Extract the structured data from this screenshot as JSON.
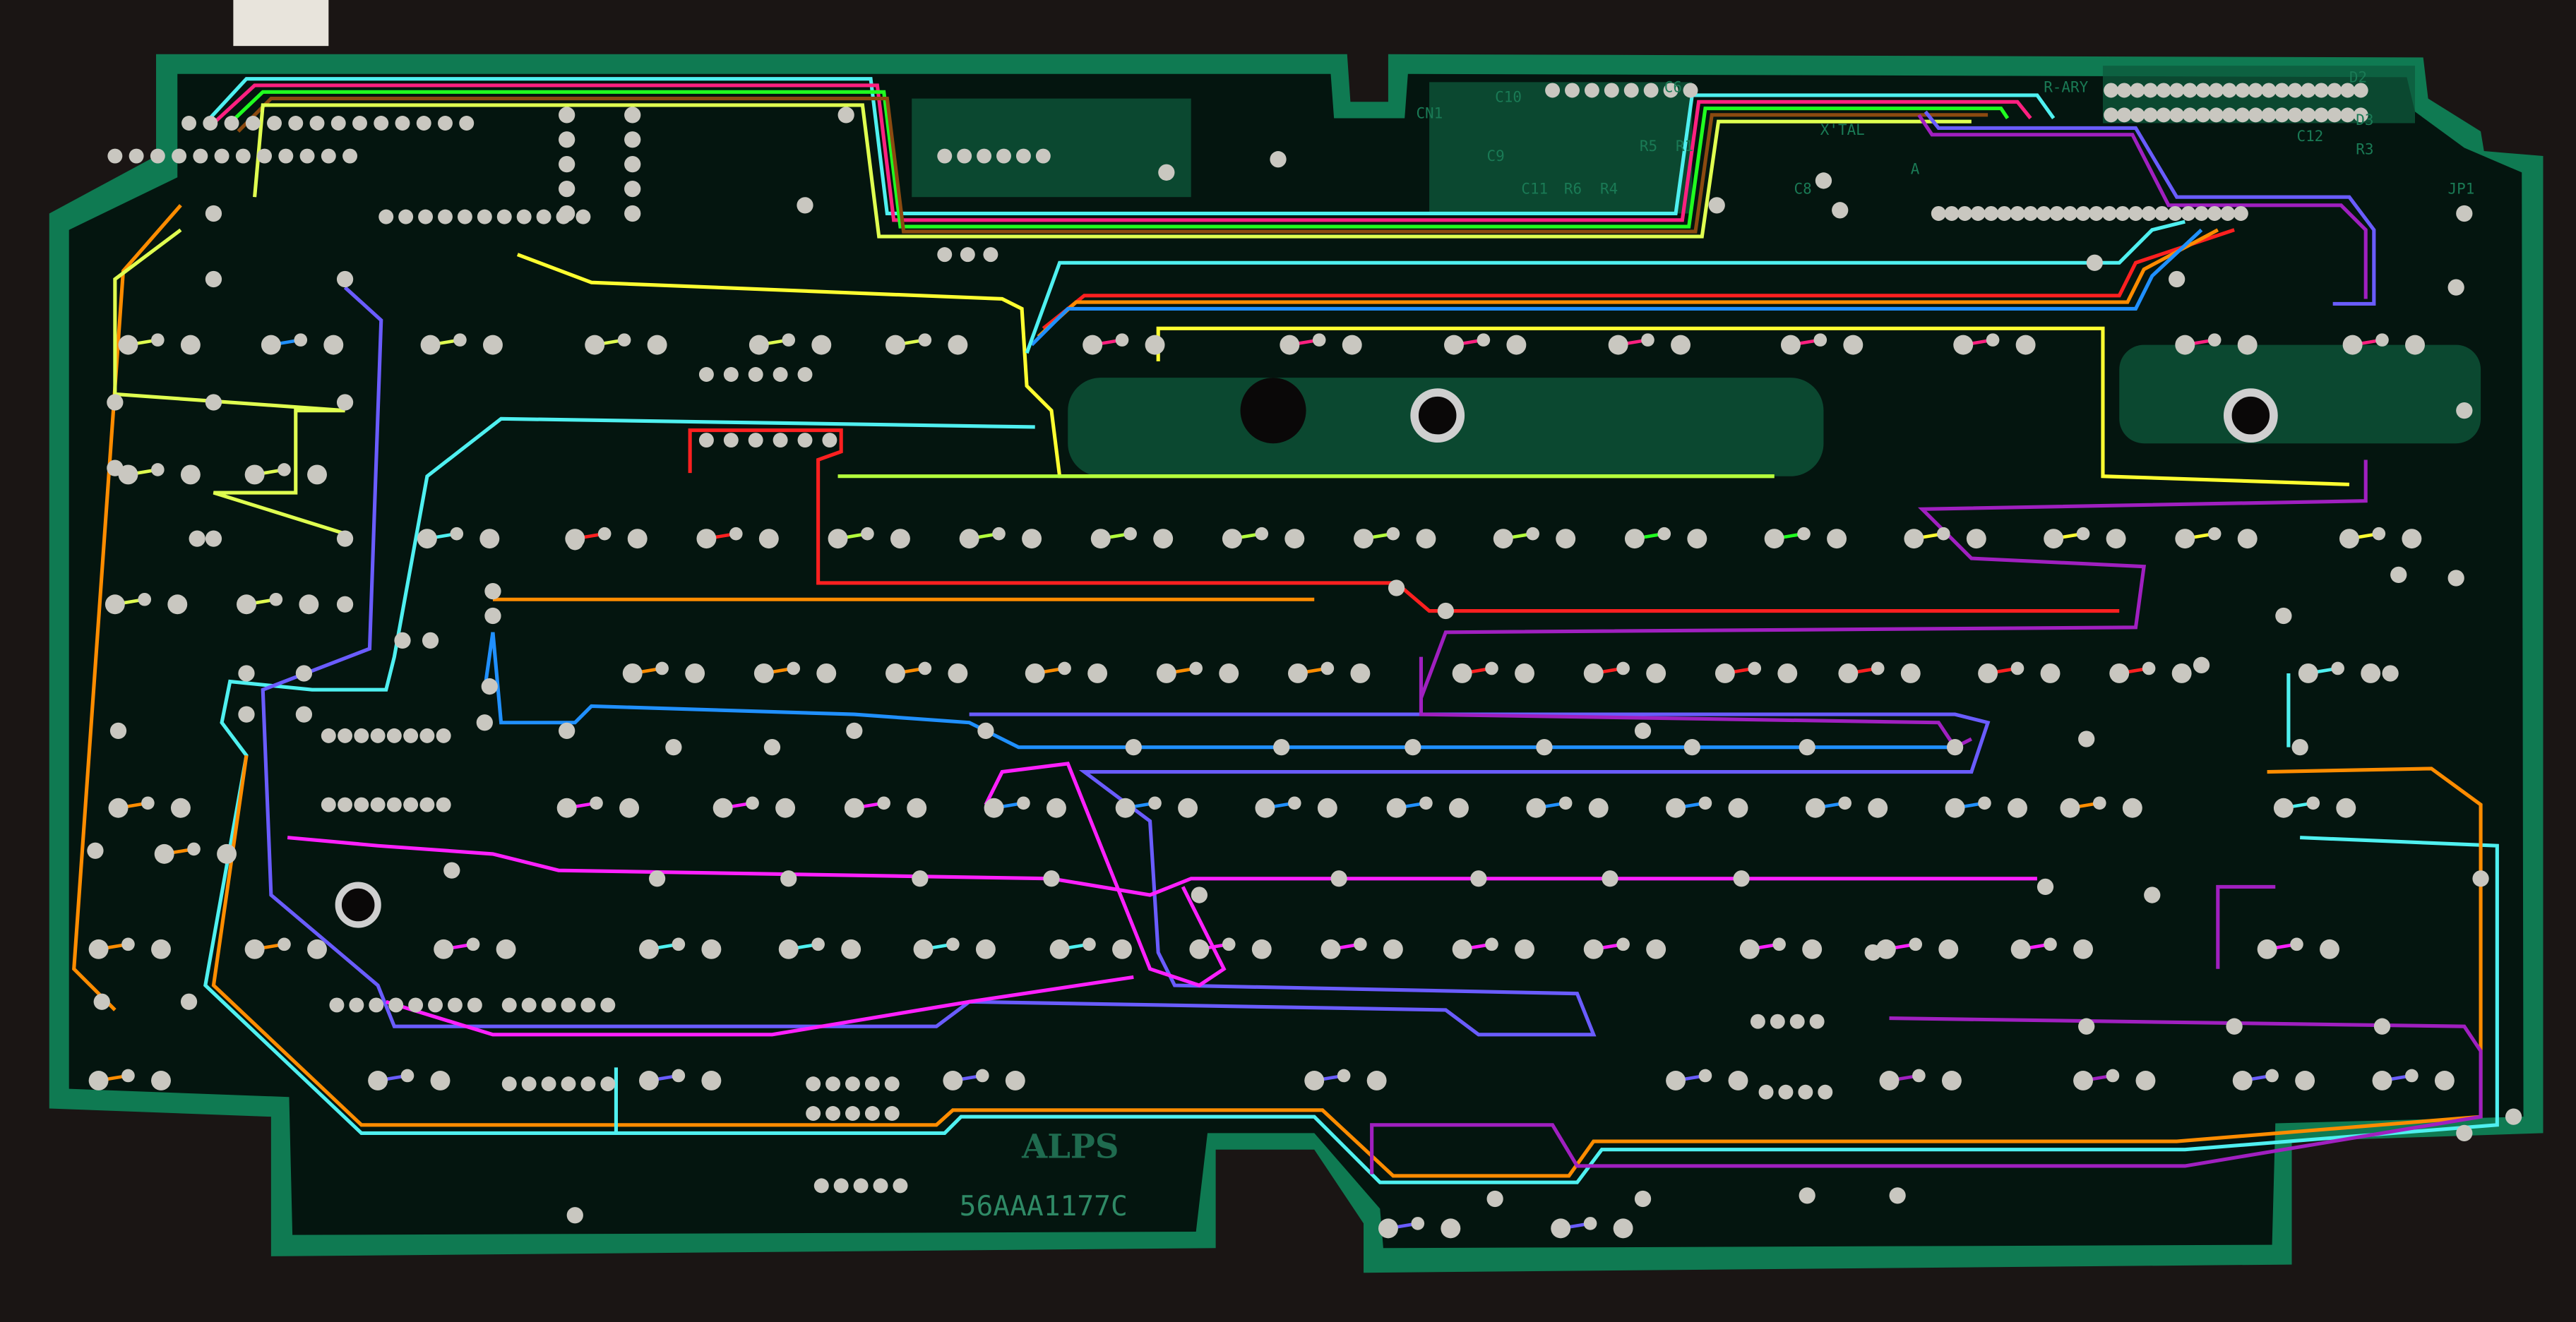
{
  "board": {
    "manufacturer_logo": "ALPS",
    "part_number": "56AAA1177C",
    "silkscreen_labels": [
      "R-ARY",
      "D2",
      "D3",
      "R3",
      "C12",
      "JP1",
      "X'TAL",
      "CN1",
      "C10",
      "C11",
      "C9",
      "R5",
      "R1",
      "R6",
      "R4",
      "C6",
      "C8",
      "A"
    ]
  },
  "colors": {
    "background": "#1a1514",
    "board_edge": "#0f7a52",
    "board_mask": "#04150f",
    "copper_plane": "#0d6a45",
    "pad": "#c9c7c0",
    "trace_colors": [
      "#ff2020",
      "#ff8c00",
      "#ffff30",
      "#b4ff3c",
      "#20ff20",
      "#4ff0f0",
      "#2090ff",
      "#6a5cff",
      "#a020c0",
      "#ff20ff",
      "#ff2080",
      "#8b4a10"
    ]
  }
}
